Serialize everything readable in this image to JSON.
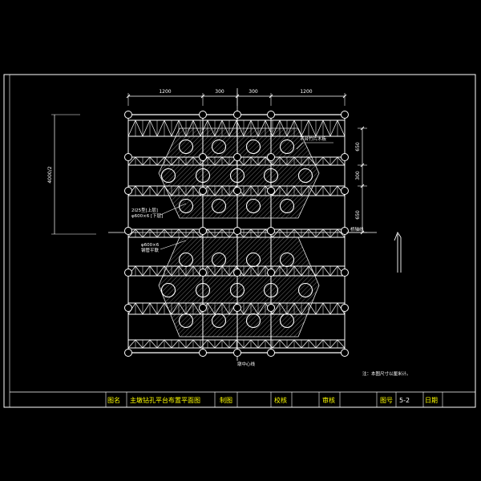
{
  "colors": {
    "background": "#000000",
    "frame": "#ffffff",
    "truss": "#ffffff",
    "hatch": "#ffffff",
    "accent": "#ffff00"
  },
  "dimensions": {
    "top": [
      "1200",
      "300",
      "300",
      "1200"
    ],
    "left_overall": "4000/2",
    "right": [
      "650",
      "300",
      "650"
    ]
  },
  "annotations": {
    "top_right_note": "平台竹片木板",
    "left_note_1_line1": "2Ⅰ25型[上层]",
    "left_note_1_line2": "φ600×6 [下层]",
    "left_note_2_line1": "φ600×6",
    "left_note_2_line2": "钢管平联",
    "right_note": "桥轴线",
    "bottom_center_note": "墩中心线",
    "bottom_right_note": "注：本图尺寸以厘米计。"
  },
  "title_block": {
    "label_title": "图名",
    "title": "主墩钻孔平台布置平面图",
    "label_drawn": "制图",
    "label_check": "校核",
    "label_review": "审核",
    "label_sheet": "图号",
    "sheet_no": "5-2",
    "label_date": "日期"
  }
}
